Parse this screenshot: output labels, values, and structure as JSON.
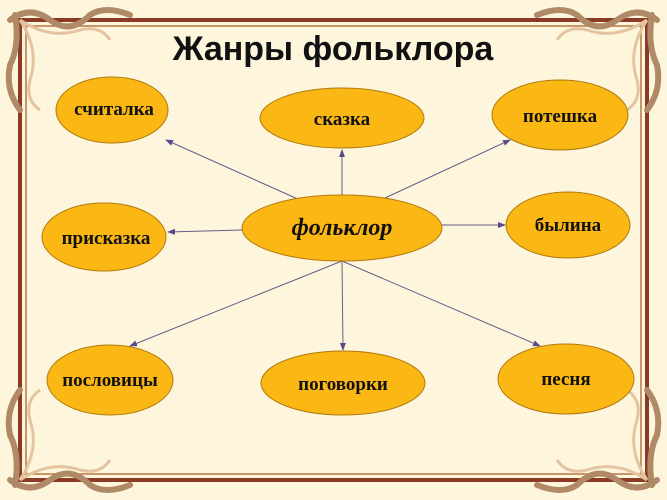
{
  "title": "Жанры фольклора",
  "center": {
    "label": "фольклор"
  },
  "nodes": [
    {
      "label": "считалка"
    },
    {
      "label": "сказка"
    },
    {
      "label": "потешка"
    },
    {
      "label": "присказка"
    },
    {
      "label": "былина"
    },
    {
      "label": "пословицы"
    },
    {
      "label": "поговорки"
    },
    {
      "label": "песня"
    }
  ],
  "colors": {
    "ellipse": "#fbb714",
    "ellipse_stroke": "#b07a10",
    "frame": "#8b3a26",
    "ornament": "#d9b48f",
    "arrow": "#6a5a8a",
    "background": "#fdf6dc"
  }
}
